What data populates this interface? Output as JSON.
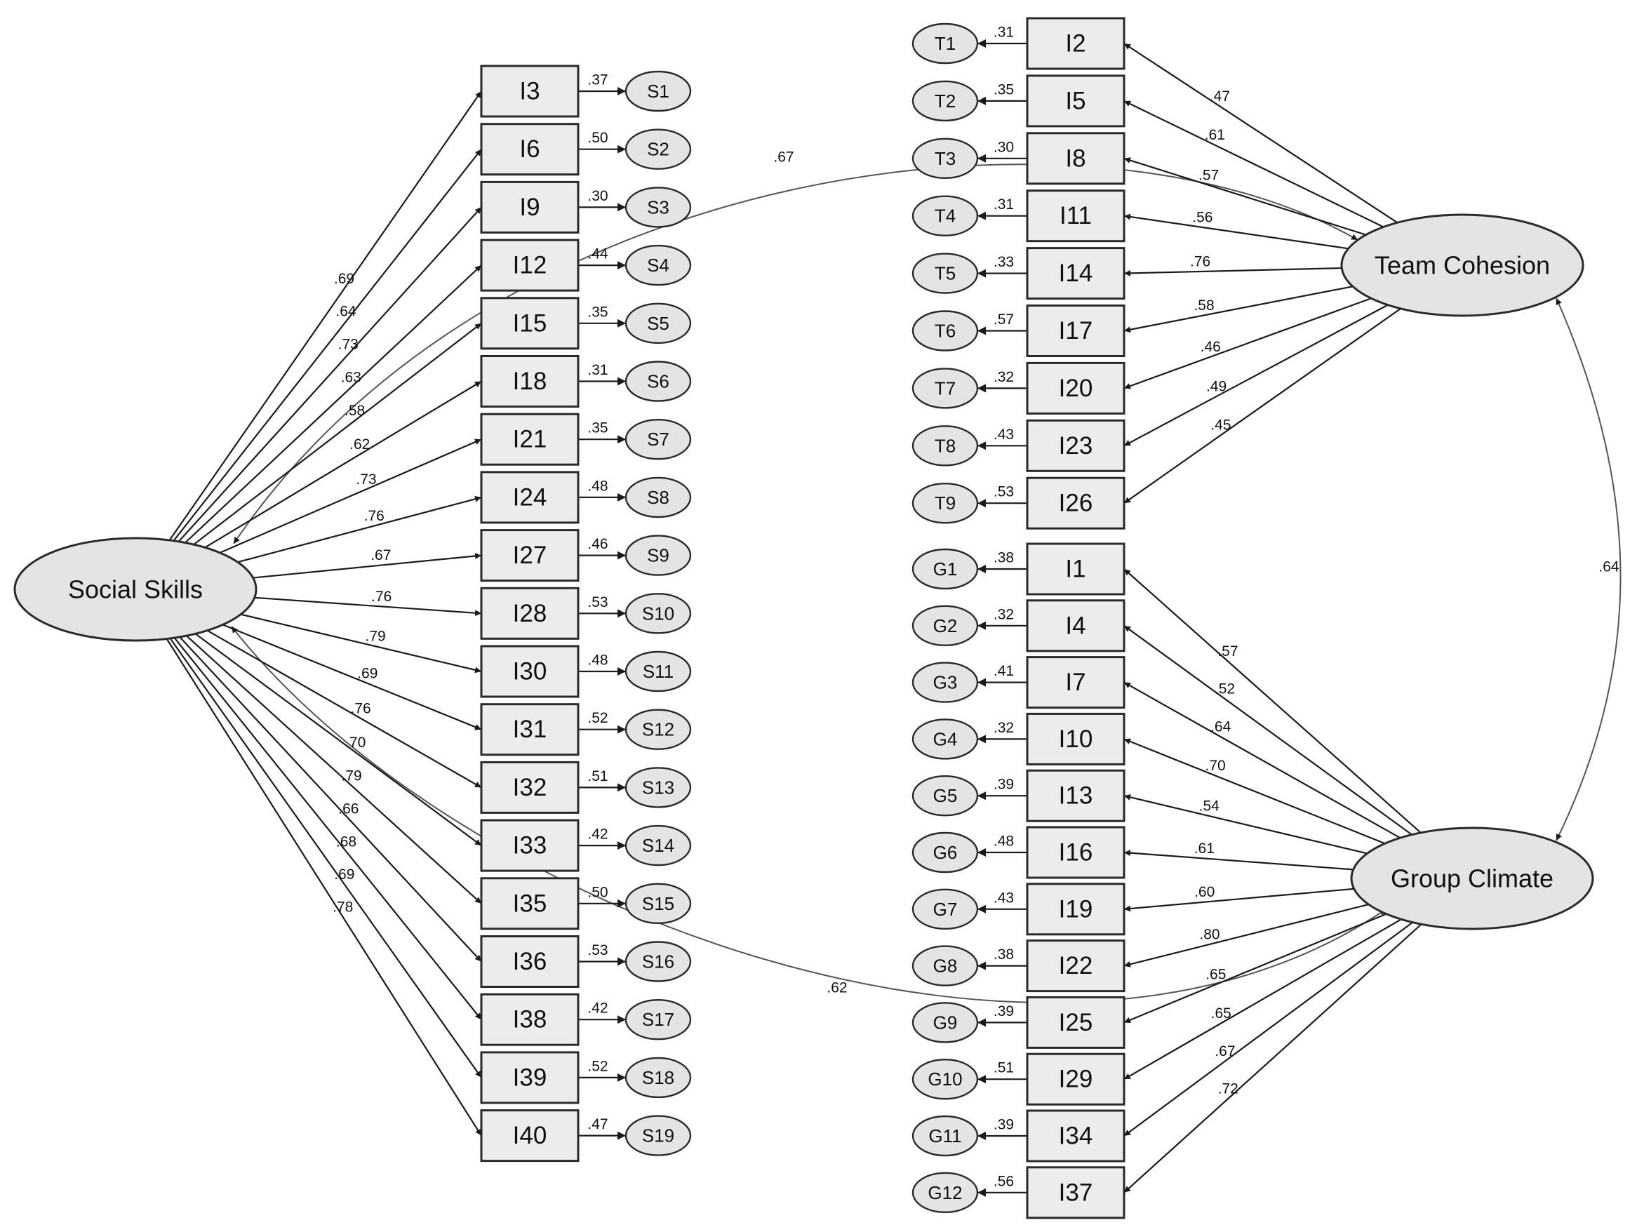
{
  "factors": [
    {
      "id": "social",
      "name": "Social Skills",
      "items": [
        {
          "item": "I3",
          "loading": ".69",
          "error": "S1",
          "eloading": ".37"
        },
        {
          "item": "I6",
          "loading": ".64",
          "error": "S2",
          "eloading": ".50"
        },
        {
          "item": "I9",
          "loading": ".73",
          "error": "S3",
          "eloading": ".30"
        },
        {
          "item": "I12",
          "loading": ".63",
          "error": "S4",
          "eloading": ".44"
        },
        {
          "item": "I15",
          "loading": ".58",
          "error": "S5",
          "eloading": ".35"
        },
        {
          "item": "I18",
          "loading": ".62",
          "error": "S6",
          "eloading": ".31"
        },
        {
          "item": "I21",
          "loading": ".73",
          "error": "S7",
          "eloading": ".35"
        },
        {
          "item": "I24",
          "loading": ".76",
          "error": "S8",
          "eloading": ".48"
        },
        {
          "item": "I27",
          "loading": ".67",
          "error": "S9",
          "eloading": ".46"
        },
        {
          "item": "I28",
          "loading": ".76",
          "error": "S10",
          "eloading": ".53"
        },
        {
          "item": "I30",
          "loading": ".79",
          "error": "S11",
          "eloading": ".48"
        },
        {
          "item": "I31",
          "loading": ".69",
          "error": "S12",
          "eloading": ".52"
        },
        {
          "item": "I32",
          "loading": ".76",
          "error": "S13",
          "eloading": ".51"
        },
        {
          "item": "I33",
          "loading": ".70",
          "error": "S14",
          "eloading": ".42"
        },
        {
          "item": "I35",
          "loading": ".79",
          "error": "S15",
          "eloading": ".50"
        },
        {
          "item": "I36",
          "loading": ".66",
          "error": "S16",
          "eloading": ".53"
        },
        {
          "item": "I38",
          "loading": ".68",
          "error": "S17",
          "eloading": ".42"
        },
        {
          "item": "I39",
          "loading": ".69",
          "error": "S18",
          "eloading": ".52"
        },
        {
          "item": "I40",
          "loading": ".78",
          "error": "S19",
          "eloading": ".47"
        }
      ]
    },
    {
      "id": "team",
      "name": "Team Cohesion",
      "items": [
        {
          "item": "I2",
          "loading": ".47",
          "error": "T1",
          "eloading": ".31"
        },
        {
          "item": "I5",
          "loading": ".61",
          "error": "T2",
          "eloading": ".35"
        },
        {
          "item": "I8",
          "loading": ".57",
          "error": "T3",
          "eloading": ".30"
        },
        {
          "item": "I11",
          "loading": ".56",
          "error": "T4",
          "eloading": ".31"
        },
        {
          "item": "I14",
          "loading": ".76",
          "error": "T5",
          "eloading": ".33"
        },
        {
          "item": "I17",
          "loading": ".58",
          "error": "T6",
          "eloading": ".57"
        },
        {
          "item": "I20",
          "loading": ".46",
          "error": "T7",
          "eloading": ".32"
        },
        {
          "item": "I23",
          "loading": ".49",
          "error": "T8",
          "eloading": ".43"
        },
        {
          "item": "I26",
          "loading": ".45",
          "error": "T9",
          "eloading": ".53"
        }
      ]
    },
    {
      "id": "group",
      "name": "Group Climate",
      "items": [
        {
          "item": "I1",
          "loading": ".57",
          "error": "G1",
          "eloading": ".38"
        },
        {
          "item": "I4",
          "loading": ".52",
          "error": "G2",
          "eloading": ".32"
        },
        {
          "item": "I7",
          "loading": ".64",
          "error": "G3",
          "eloading": ".41"
        },
        {
          "item": "I10",
          "loading": ".70",
          "error": "G4",
          "eloading": ".32"
        },
        {
          "item": "I13",
          "loading": ".54",
          "error": "G5",
          "eloading": ".39"
        },
        {
          "item": "I16",
          "loading": ".61",
          "error": "G6",
          "eloading": ".48"
        },
        {
          "item": "I19",
          "loading": ".60",
          "error": "G7",
          "eloading": ".43"
        },
        {
          "item": "I22",
          "loading": ".80",
          "error": "G8",
          "eloading": ".38"
        },
        {
          "item": "I25",
          "loading": ".65",
          "error": "G9",
          "eloading": ".39"
        },
        {
          "item": "I29",
          "loading": ".65",
          "error": "G10",
          "eloading": ".51"
        },
        {
          "item": "I34",
          "loading": ".67",
          "error": "G11",
          "eloading": ".39"
        },
        {
          "item": "I37",
          "loading": ".72",
          "error": "G12",
          "eloading": ".56"
        }
      ]
    }
  ],
  "correlations": [
    {
      "from": "social",
      "to": "team",
      "value": ".67"
    },
    {
      "from": "social",
      "to": "group",
      "value": ".62"
    },
    {
      "from": "team",
      "to": "group",
      "value": ".64"
    }
  ]
}
